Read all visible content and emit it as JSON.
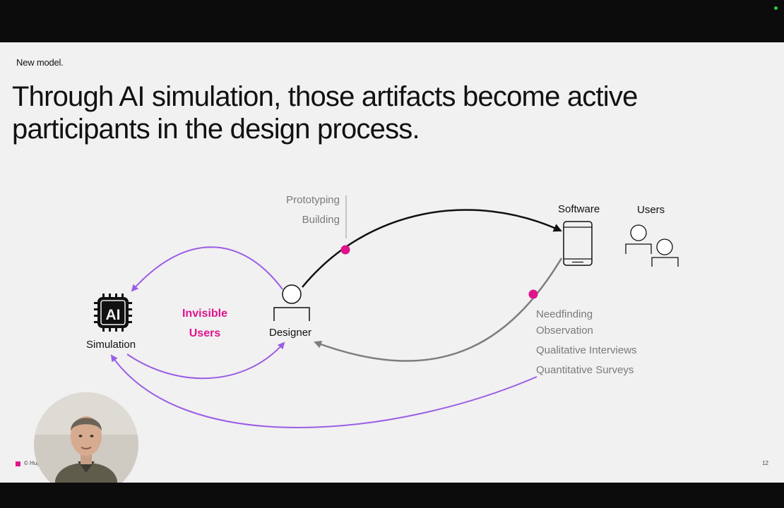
{
  "slide": {
    "section_label": "New model.",
    "title": "Through AI simulation, those artifacts become active participants in the design process.",
    "footer_copyright": "© Hug",
    "page_number": "12"
  },
  "diagram": {
    "nodes": {
      "simulation": {
        "label": "Simulation",
        "chip_text": "AI"
      },
      "designer": {
        "label": "Designer"
      },
      "software": {
        "label": "Software"
      },
      "users": {
        "label": "Users"
      }
    },
    "invisible_users": [
      "Invisible",
      "Users"
    ],
    "build_labels": [
      "Prototyping",
      "Building"
    ],
    "research_labels": [
      "Needfinding",
      "Observation",
      "Qualitative Interviews",
      "Quantitative Surveys"
    ]
  },
  "colors": {
    "purple": "#9b5de5",
    "magenta": "#e0138c",
    "gray_arrow": "#7d7d7d",
    "dark": "#111111",
    "record_dot": "#2ecc40"
  },
  "icons": {
    "chip": "cpu-chip-icon",
    "phone": "smartphone-icon",
    "person": "person-icon",
    "users": "users-icon",
    "presenter": "presenter-video-thumbnail"
  }
}
